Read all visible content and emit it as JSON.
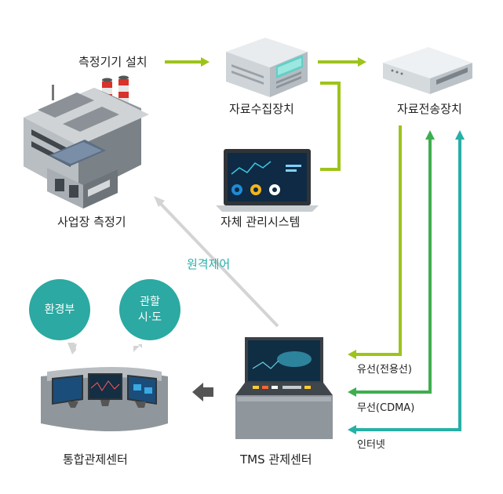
{
  "labels": {
    "measuring_install": "측정기기 설치",
    "data_collector": "자료수집장치",
    "data_transmitter": "자료전송장치",
    "self_management": "자체 관리시스템",
    "worksite_measurement": "사업장 측정기",
    "remote_control": "원격제어",
    "ministry_env": "환경부",
    "local_gov_line1": "관할",
    "local_gov_line2": "시·도",
    "integrated_center": "통합관제센터",
    "tms_center": "TMS 관제센터",
    "wired": "유선(전용선)",
    "wireless": "무선(CDMA)",
    "internet": "인터넷"
  },
  "colors": {
    "green_arrow": "#9dc41a",
    "mid_green_arrow": "#3fae4e",
    "teal_arrow": "#27b0a6",
    "gray_arrow": "#d0d0d0",
    "dark_arrow": "#555555",
    "circle_fill": "#2ba9a2",
    "remote_text": "#2aaea7"
  },
  "icons": {
    "factory": "factory-icon",
    "collector": "server-box-icon",
    "transmitter": "network-device-icon",
    "laptop": "laptop-dashboard-icon",
    "tms_console": "control-console-icon",
    "integrated_console": "control-desk-icon"
  }
}
